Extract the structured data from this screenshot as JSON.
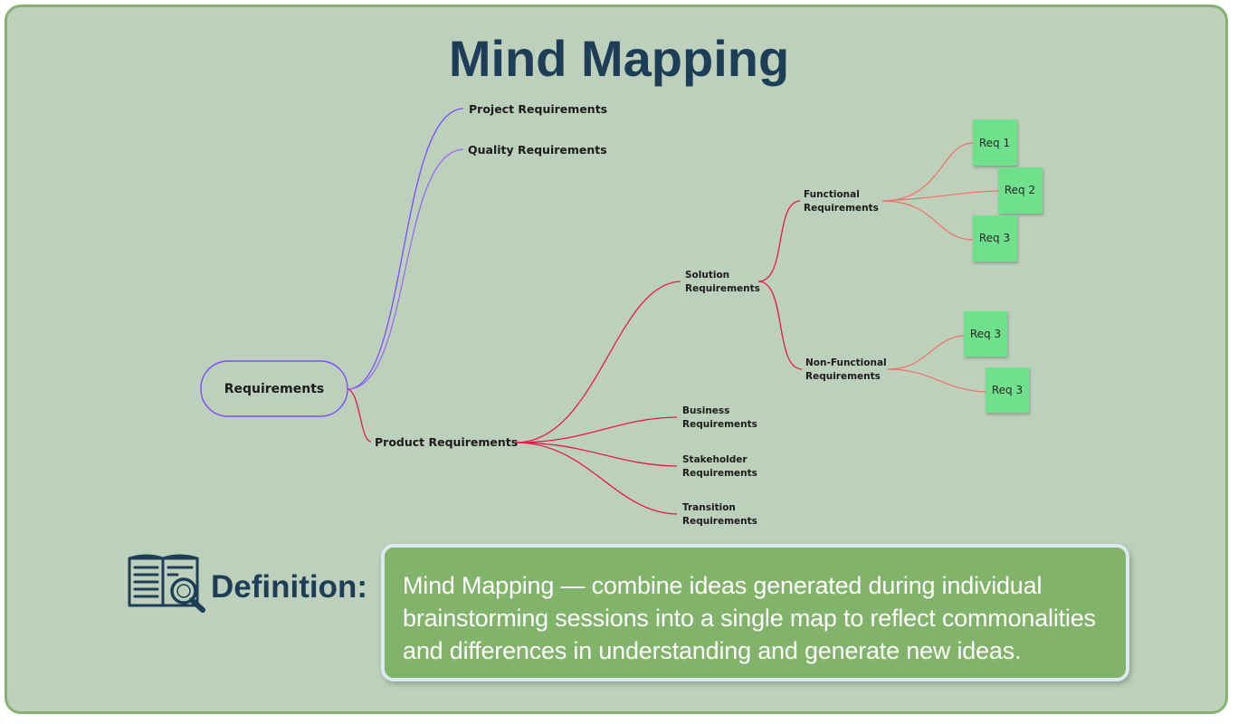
{
  "title": "Mind Mapping",
  "mindmap": {
    "root": "Requirements",
    "branches": {
      "project": "Project Requirements",
      "quality": "Quality Requirements",
      "product": "Product Requirements"
    },
    "product_children": {
      "solution": [
        "Solution",
        "Requirements"
      ],
      "business": [
        "Business",
        "Requirements"
      ],
      "stakeholder": [
        "Stakeholder",
        "Requirements"
      ],
      "transition": [
        "Transition",
        "Requirements"
      ]
    },
    "solution_children": {
      "functional": [
        "Functional",
        "Requirements"
      ],
      "non_functional": [
        "Non-Functional",
        "Requirements"
      ]
    },
    "notes": {
      "functional": [
        "Req 1",
        "Req 2",
        "Req 3"
      ],
      "non_functional": [
        "Req 3",
        "Req 3"
      ]
    }
  },
  "definition": {
    "label": "Definition:",
    "text": "Mind Mapping — combine ideas generated during individual brainstorming sessions into a single map to reflect commonalities and differences in understanding and generate new ideas."
  },
  "colors": {
    "background": "#bcd0bb",
    "title": "#1e3d57",
    "purple_branch": "#7b4dff",
    "red_branch": "#e8174f",
    "salmon_branch": "#f0706a",
    "note": "#6fe08b",
    "definition_box": "#82b36a"
  },
  "icons": {
    "definition": "book-magnifier-icon"
  }
}
